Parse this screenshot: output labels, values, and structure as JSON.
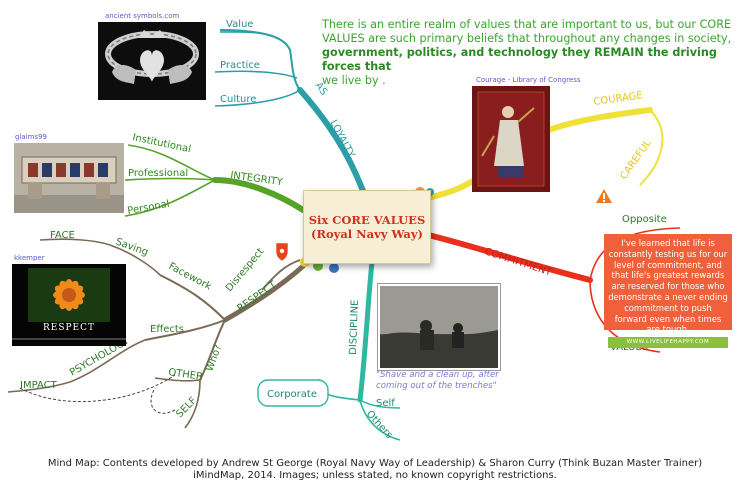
{
  "intro": {
    "line1": "There is an entire realm of values that are important to us, but our CORE",
    "line2": "VALUES are such primary beliefs that throughout any changes in society,",
    "line3": "government, politics, and technology they REMAIN the driving forces that",
    "line4": "we live by ."
  },
  "center": {
    "line1": "Six CORE VALUES",
    "line2": "(Royal Navy Way)"
  },
  "branches": {
    "loyalty": {
      "label": "LOYALTY",
      "as": "AS",
      "children": [
        "Value",
        "Practice",
        "Culture"
      ],
      "color": "#2a9fa8"
    },
    "integrity": {
      "label": "INTEGRITY",
      "children": [
        "Institutional",
        "Professional",
        "Personal"
      ],
      "color": "#57a327"
    },
    "courage": {
      "label": "COURAGE",
      "careful": "CAREFUL",
      "color": "#f1e03a"
    },
    "commitment": {
      "label": "COMMITMENT",
      "opposite": "Opposite",
      "values": "VALUES",
      "color": "#e8301c"
    },
    "discipline": {
      "label": "DISCIPLINE",
      "corporate": "Corporate",
      "self": "Self",
      "others": "Others",
      "color": "#2fb8a0"
    },
    "respect": {
      "label": "RESPECT",
      "disrespect": "Disrespect",
      "facework": "Facework",
      "saving": "Saving",
      "face": "FACE",
      "effects": "Effects",
      "psychology": "PSYCHOLOGY",
      "impact": "IMPACT",
      "who": "Who?",
      "other": "OTHER",
      "self": "SELF",
      "color": "#7a6a55"
    }
  },
  "captions": {
    "claddagh": "ancient symbols.com",
    "integrity": "glaims99",
    "respect": "kkemper",
    "courage": "Courage - Library of Congress"
  },
  "images": {
    "respect_poster_title": "RESPECT"
  },
  "quote": "\"Shave and a clean up, after coming out of the trenches\"",
  "commitment_quote": {
    "text": "I've learned that life is constantly testing us for our level of commitment, and that life's greatest rewards are reserved for those who demonstrate a never ending commitment to push forward even when times are tough.",
    "site": "WWW.LIVELIFEHAPPY.COM"
  },
  "credit": {
    "line1": "Mind Map: Contents developed by Andrew St George (Royal Navy Way of Leadership) & Sharon Curry (Think Buzan Master Trainer)",
    "line2": "iMindMap, 2014. Images; unless stated, no known copyright restrictions."
  }
}
